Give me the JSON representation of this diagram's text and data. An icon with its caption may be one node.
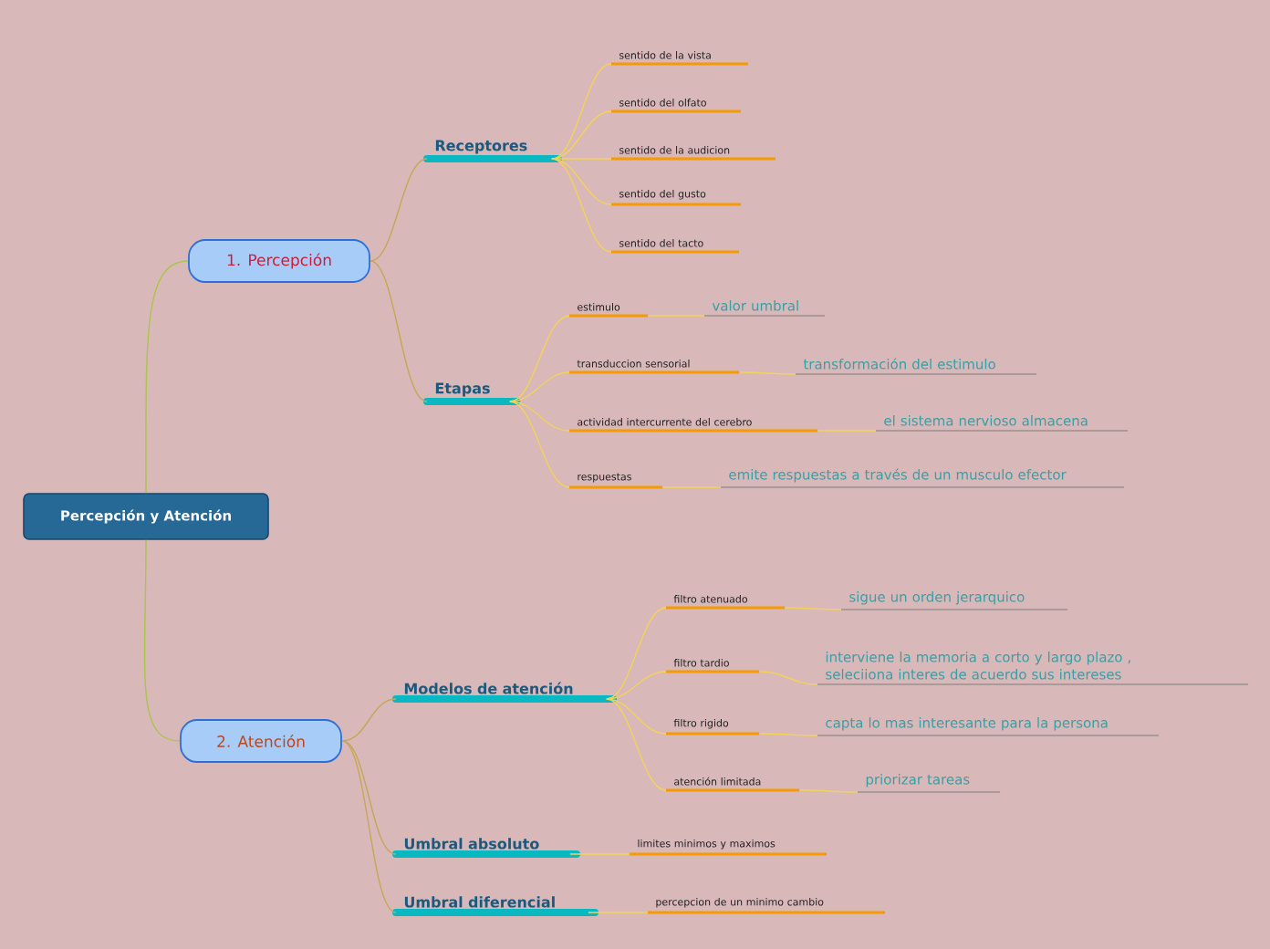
{
  "diagram": {
    "nodes": [
      {
        "text": [
          "Percepción y Atención"
        ]
      },
      {
        "text": [
          "1. Percepción"
        ]
      },
      {
        "text": [
          "Receptores"
        ]
      },
      {
        "text": [
          "Etapas"
        ]
      },
      {
        "text": [
          "sentido de la vista"
        ]
      },
      {
        "text": [
          "sentido del olfato"
        ]
      },
      {
        "text": [
          "sentido de la audicion"
        ]
      },
      {
        "text": [
          "sentido del gusto"
        ]
      },
      {
        "text": [
          "sentido del tacto"
        ]
      },
      {
        "text": [
          "estimulo"
        ]
      },
      {
        "text": [
          "transduccion sensorial"
        ]
      },
      {
        "text": [
          "actividad intercurrente del cerebro"
        ]
      },
      {
        "text": [
          "respuestas"
        ]
      },
      {
        "text": [
          "valor umbral"
        ]
      },
      {
        "text": [
          "transformación del estimulo"
        ]
      },
      {
        "text": [
          "el sistema nervioso almacena"
        ]
      },
      {
        "text": [
          "emite respuestas a través de un musculo efector"
        ]
      },
      {
        "text": [
          "2. Atención"
        ]
      },
      {
        "text": [
          "Modelos de atención"
        ]
      },
      {
        "text": [
          "Umbral absoluto"
        ]
      },
      {
        "text": [
          "Umbral diferencial"
        ]
      },
      {
        "text": [
          "filtro atenuado"
        ]
      },
      {
        "text": [
          "filtro tardio"
        ]
      },
      {
        "text": [
          "filtro rigido"
        ]
      },
      {
        "text": [
          "atención limitada"
        ]
      },
      {
        "text": [
          "sigue un orden jerarquico"
        ]
      },
      {
        "text": [
          "interviene la memoria a corto y largo plazo , seleciiona interes de acuerdo sus intereses"
        ]
      },
      {
        "text": [
          "capta lo mas interesante para la persona"
        ]
      },
      {
        "text": [
          "priorizar tareas"
        ]
      },
      {
        "text": [
          "limites minimos y maximos"
        ]
      },
      {
        "text": [
          "percepcion de un minimo cambio"
        ]
      }
    ],
    "edges": [
      {
        "from": 0,
        "to": 1,
        "arrow": "none",
        "color": "#a8c64a"
      },
      {
        "from": 1,
        "to": 2,
        "arrow": "none",
        "color": "#c4a855"
      },
      {
        "from": 1,
        "to": 3,
        "arrow": "none",
        "color": "#c4a855"
      },
      {
        "from": 2,
        "to": 4,
        "arrow": "none"
      },
      {
        "from": 2,
        "to": 5,
        "arrow": "none"
      },
      {
        "from": 2,
        "to": 6,
        "arrow": "none"
      },
      {
        "from": 2,
        "to": 7,
        "arrow": "none"
      },
      {
        "from": 2,
        "to": 8,
        "arrow": "none"
      },
      {
        "from": 3,
        "to": 9,
        "arrow": "none"
      },
      {
        "from": 3,
        "to": 10,
        "arrow": "none"
      },
      {
        "from": 3,
        "to": 11,
        "arrow": "none"
      },
      {
        "from": 3,
        "to": 12,
        "arrow": "none"
      },
      {
        "from": 9,
        "to": 13,
        "arrow": "none"
      },
      {
        "from": 10,
        "to": 14,
        "arrow": "none"
      },
      {
        "from": 11,
        "to": 15,
        "arrow": "none"
      },
      {
        "from": 12,
        "to": 16,
        "arrow": "none"
      },
      {
        "from": 0,
        "to": 17,
        "arrow": "none",
        "color": "#a8c64a"
      },
      {
        "from": 17,
        "to": 18,
        "arrow": "none",
        "color": "#c4a855"
      },
      {
        "from": 17,
        "to": 19,
        "arrow": "none",
        "color": "#c4a855"
      },
      {
        "from": 17,
        "to": 20,
        "arrow": "none",
        "color": "#c4a855"
      },
      {
        "from": 18,
        "to": 21,
        "arrow": "none"
      },
      {
        "from": 18,
        "to": 22,
        "arrow": "none"
      },
      {
        "from": 18,
        "to": 23,
        "arrow": "none"
      },
      {
        "from": 18,
        "to": 24,
        "arrow": "none"
      },
      {
        "from": 21,
        "to": 25,
        "arrow": "none"
      },
      {
        "from": 22,
        "to": 26,
        "arrow": "none"
      },
      {
        "from": 23,
        "to": 27,
        "arrow": "none"
      },
      {
        "from": 24,
        "to": 28,
        "arrow": "none"
      },
      {
        "from": 19,
        "to": 29,
        "arrow": "none"
      },
      {
        "from": 20,
        "to": 30,
        "arrow": "none"
      }
    ]
  }
}
